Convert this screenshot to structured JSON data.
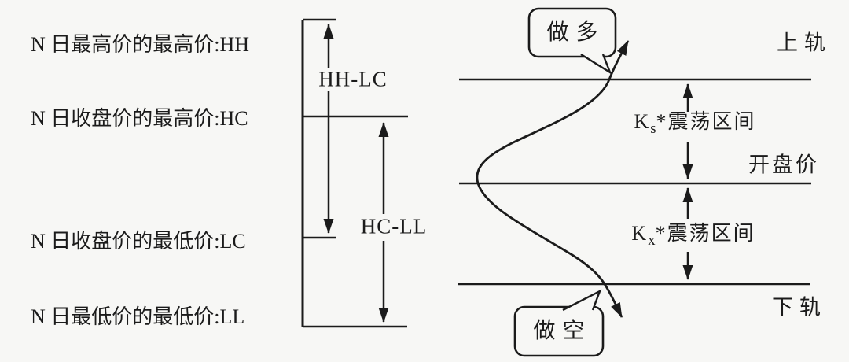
{
  "title": "range-breakout-strategy-diagram",
  "colors": {
    "background": "#f7f7f5",
    "line": "#1b1b1b",
    "text": "#1b1b1b"
  },
  "left_panel": {
    "labels": [
      {
        "text": "N 日最高价的最高价:HH",
        "code": "HH"
      },
      {
        "text": "N 日收盘价的最高价:HC",
        "code": "HC"
      },
      {
        "text": "N 日收盘价的最低价:LC",
        "code": "LC"
      },
      {
        "text": "N 日最低价的最低价:LL",
        "code": "LL"
      }
    ]
  },
  "bracket": {
    "upper_span_label": "HH-LC",
    "lower_span_label": "HC-LL"
  },
  "chart": {
    "upper_rail_label": "上轨",
    "open_price_label": "开盘价",
    "lower_rail_label": "下轨",
    "upper_range": {
      "prefix": "K",
      "sub": "s",
      "rest": "*震荡区间"
    },
    "lower_range": {
      "prefix": "K",
      "sub": "x",
      "rest": "*震荡区间"
    },
    "long_bubble_label": "做多",
    "short_bubble_label": "做空"
  }
}
